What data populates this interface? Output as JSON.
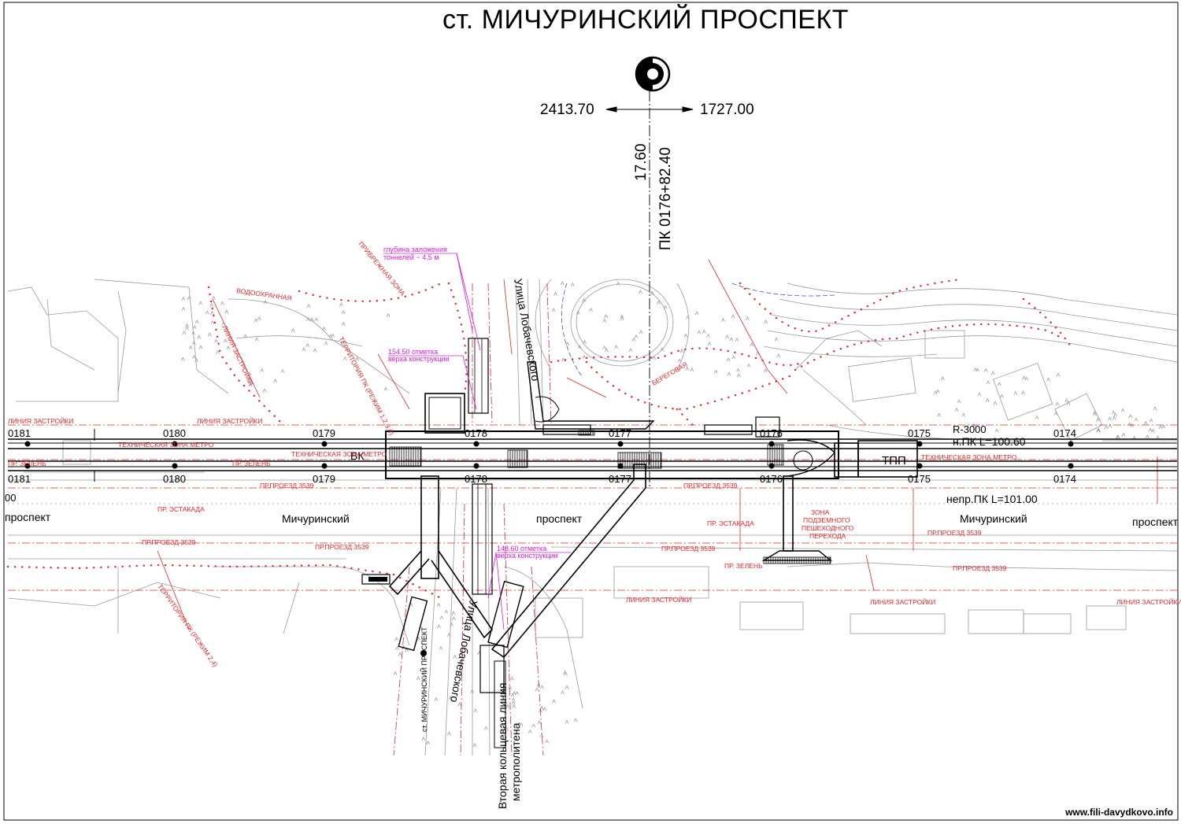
{
  "title": "ст. МИЧУРИНСКИЙ ПРОСПЕКТ",
  "axis": {
    "left_value": "2413.70",
    "right_value": "1727.00",
    "vertical_value": "17.60",
    "picket": "ПК 0176+82.40"
  },
  "pickets_top": [
    "0181",
    "0180",
    "0179",
    "0178",
    "0177",
    "0176",
    "0175",
    "0174"
  ],
  "pickets_bottom": [
    "0181",
    "0180",
    "0179",
    "0178",
    "0177",
    "0176",
    "0175",
    "0174"
  ],
  "edge_label": "00",
  "street_labels": {
    "prospekt_left": "проспект",
    "michurinsky_left": "Мичуринский",
    "prospekt_center": "проспект",
    "michurinsky_right": "Мичуринский",
    "prospekt_right": "проспект",
    "lobachevsky_top": "Улица Лобачевского",
    "lobachevsky_bottom": "Улица Лобачевского"
  },
  "tech_labels": {
    "vk": "ВК",
    "tpp": "ТПП",
    "radius": "R-3000",
    "start_pk": "н.ПК L=100.60",
    "nepr_pk": "непр.ПК L=101.00"
  },
  "annotations": {
    "depth_line1": "глубина заложения",
    "depth_line2": "тоннелей ~ 4.5 м",
    "mark_top_line1": "154.50 отметка",
    "mark_top_line2": "верха конструкции",
    "mark_bottom_line1": "148.60 отметка",
    "mark_bottom_line2": "верха конструкции"
  },
  "red_labels": {
    "zastroyki_left": "ЛИНИЯ ЗАСТРОЙКИ",
    "zastroyki_left2": "ЛИНИЯ ЗАСТРОЙКИ",
    "zastroyki_mid": "ЛИНИЯ ЗАСТРОЙКИ",
    "zastroyki_right": "ЛИНИЯ ЗАСТРОЙКИ",
    "zastroyki_right2": "ЛИНИЯ ЗАСТРОЙКИ",
    "tech_zone_left": "ТЕХНИЧЕСКАЯ ЗОНА МЕТРО",
    "tech_zone_left2": "ТЕХНИЧЕСКАЯ ЗОНА МЕТРО",
    "tech_zone_right": "ТЕХНИЧЕСКАЯ ЗОНА МЕТРО",
    "zelen_left": "ПР. ЗЕЛЕНЬ",
    "zelen_left2": "ПР. ЗЕЛЕНЬ",
    "zelen_right": "ПР. ЗЕЛЕНЬ",
    "estakada_left": "ПР. ЭСТАКАДА",
    "estakada_right": "ПР. ЭСТАКАДА",
    "proezd_left": "ПР.ПРОЕЗД 3539",
    "proezd_left2": "ПР.ПРОЕЗД 3539",
    "proezd_mid": "ПР.ПРОЕЗД 3539",
    "proezd_right": "ПР.ПРОЕЗД 3539",
    "proezd_right2": "ПР.ПРОЕЗД 3539",
    "proezd_top": "ПР.ПРОЕЗД 3539",
    "proezd_top2": "ПР.ПРОЕЗД 3539",
    "territory_pk": "ТЕРРИТОРИЯ ПК (РЕЖИМ 1,2,3,4)",
    "territory_pk2": "ТЕРРИТОРИЯ ПК (РЕЖИМ 2,4)",
    "zone_underground_1": "ЗОНА",
    "zone_underground_2": "ПОДЗЕМНОГО",
    "zone_underground_3": "ПЕШЕХОДНОГО",
    "zone_underground_4": "ПЕРЕХОДА",
    "beregovaya": "БЕРЕГОВАЯ",
    "vodookhrannaya": "ВОДООХРАННАЯ",
    "pribrezhnaya": "ПРИБРЕЖНАЯ ЗОНА",
    "liniya_zastroyki_vert": "ЛИНИЯ ЗАСТРОЙКИ"
  },
  "bottom_labels": {
    "station_vertical": "ст. МИЧУРИНСКИЙ ПРОСПЕКТ",
    "second_ring_1": "Вторая кольцевая линия",
    "second_ring_2": "метрополитена"
  },
  "watermark": "www.fili-davydkovo.info",
  "colors": {
    "ink": "#000000",
    "red": "#e0282a",
    "magenta": "#d81bd8",
    "gray": "#9a9a9a",
    "blue": "#3a55c9"
  }
}
